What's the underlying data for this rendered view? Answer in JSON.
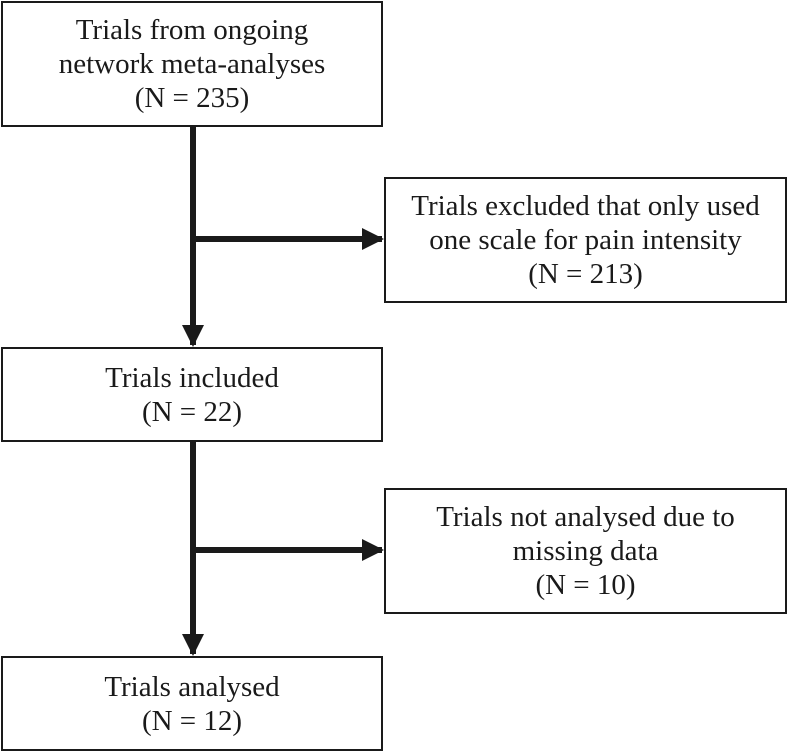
{
  "diagram": {
    "boxes": [
      {
        "id": "sources",
        "lines": [
          "Trials from ongoing",
          "network meta-analyses",
          "(N = 235)"
        ]
      },
      {
        "id": "excluded",
        "lines": [
          "Trials excluded that only used",
          "one scale for pain intensity",
          "(N = 213)"
        ]
      },
      {
        "id": "included",
        "lines": [
          "Trials included",
          "(N = 22)"
        ]
      },
      {
        "id": "missing",
        "lines": [
          "Trials not analysed due to",
          "missing data",
          "(N = 10)"
        ]
      },
      {
        "id": "analysed",
        "lines": [
          "Trials analysed",
          "(N = 12)"
        ]
      }
    ],
    "colors": {
      "line": "#1a1a1a",
      "box_border": "#1a1a1a",
      "background": "#ffffff"
    }
  }
}
